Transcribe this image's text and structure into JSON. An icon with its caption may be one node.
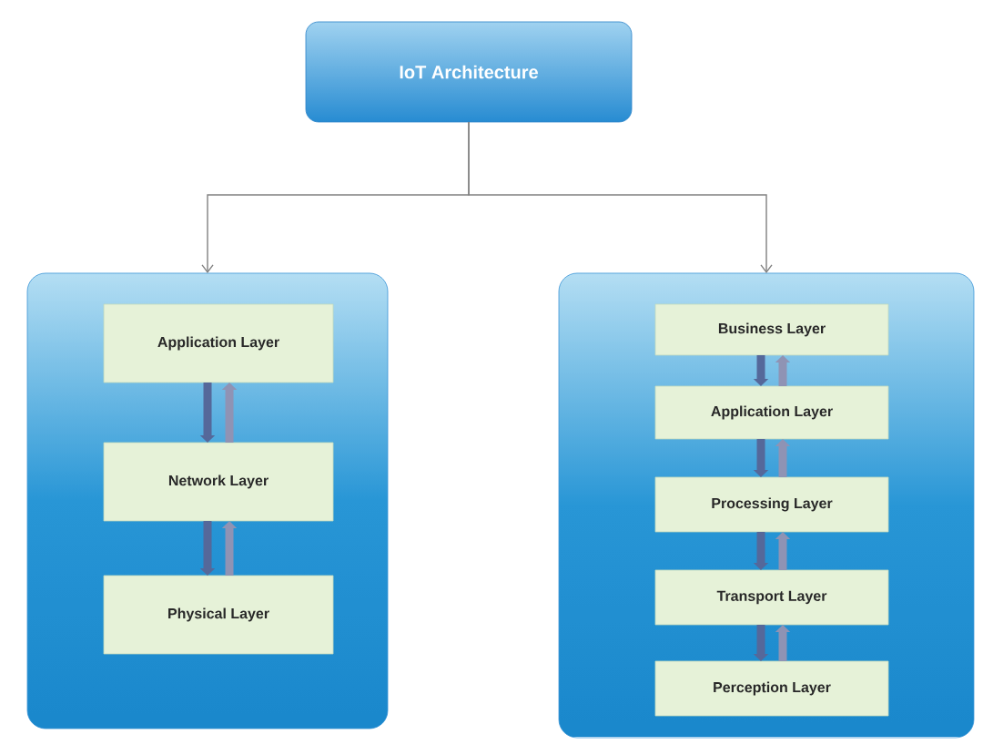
{
  "diagram": {
    "nodes": [
      {
        "text": [
          "IoT Architecture"
        ]
      },
      {
        "text": [],
        "shape": "box"
      },
      {
        "text": [],
        "shape": "box"
      },
      {
        "text": [
          "Application Layer"
        ],
        "in": 1
      },
      {
        "text": [
          "Network Layer"
        ],
        "in": 1
      },
      {
        "text": [
          "Physical Layer"
        ],
        "in": 1
      },
      {
        "text": [
          "Business Layer"
        ],
        "in": 2
      },
      {
        "text": [
          "Application Layer"
        ],
        "in": 2
      },
      {
        "text": [
          "Processing Layer"
        ],
        "in": 2
      },
      {
        "text": [
          "Transport Layer"
        ],
        "in": 2
      },
      {
        "text": [
          "Perception Layer"
        ],
        "in": 2
      }
    ],
    "edges": [
      {
        "from": 0,
        "to": 1,
        "arrow": "to"
      },
      {
        "from": 0,
        "to": 2,
        "arrow": "to"
      },
      {
        "from": 3,
        "to": 4,
        "arrow": "to",
        "color": "#55689a"
      },
      {
        "from": 4,
        "to": 3,
        "arrow": "to",
        "color": "#8f93b4"
      },
      {
        "from": 4,
        "to": 5,
        "arrow": "to",
        "color": "#55689a"
      },
      {
        "from": 5,
        "to": 4,
        "arrow": "to",
        "color": "#8f93b4"
      },
      {
        "from": 6,
        "to": 7,
        "arrow": "to",
        "color": "#55689a"
      },
      {
        "from": 7,
        "to": 6,
        "arrow": "to",
        "color": "#8f93b4"
      },
      {
        "from": 7,
        "to": 8,
        "arrow": "to",
        "color": "#55689a"
      },
      {
        "from": 8,
        "to": 7,
        "arrow": "to",
        "color": "#8f93b4"
      },
      {
        "from": 8,
        "to": 9,
        "arrow": "to",
        "color": "#55689a"
      },
      {
        "from": 9,
        "to": 8,
        "arrow": "to",
        "color": "#8f93b4"
      },
      {
        "from": 9,
        "to": 10,
        "arrow": "to",
        "color": "#55689a"
      },
      {
        "from": 10,
        "to": 9,
        "arrow": "to",
        "color": "#8f93b4"
      }
    ]
  }
}
